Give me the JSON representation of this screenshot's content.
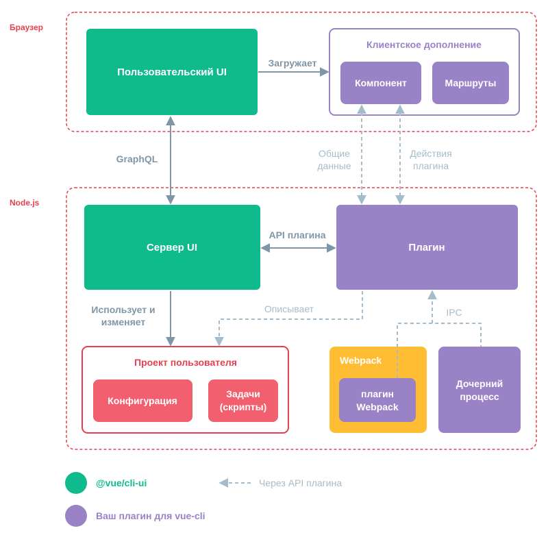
{
  "zones": {
    "browser": "Браузер",
    "node": "Node.js"
  },
  "nodes": {
    "user_ui": "Пользовательский UI",
    "client_addon": "Клиентское дополнение",
    "component": "Компонент",
    "routes": "Маршруты",
    "server_ui": "Сервер UI",
    "plugin": "Плагин",
    "user_project": "Проект пользователя",
    "configuration": "Конфигурация",
    "tasks_line1": "Задачи",
    "tasks_line2": "(скрипты)",
    "webpack": "Webpack",
    "webpack_plugin_line1": "плагин",
    "webpack_plugin_line2": "Webpack",
    "child_process_line1": "Дочерний",
    "child_process_line2": "процесс"
  },
  "edges": {
    "loads": "Загружает",
    "graphql": "GraphQL",
    "shared_data_line1": "Общие",
    "shared_data_line2": "данные",
    "plugin_actions_line1": "Действия",
    "plugin_actions_line2": "плагина",
    "plugin_api": "API плагина",
    "uses_line1": "Использует и",
    "uses_line2": "изменяет",
    "describes": "Описывает",
    "ipc": "IPC"
  },
  "legend": {
    "cli_ui": "@vue/cli-ui",
    "your_plugin": "Ваш плагин для vue-cli",
    "via_api": "Через API плагина"
  },
  "colors": {
    "green": "#0fba8c",
    "purple": "#9a82c7",
    "red": "#e5404f",
    "pink": "#f25f6e",
    "yellow": "#ffbd33",
    "arrow": "#7f96a6",
    "dashed_arrow": "#a6bcca"
  }
}
